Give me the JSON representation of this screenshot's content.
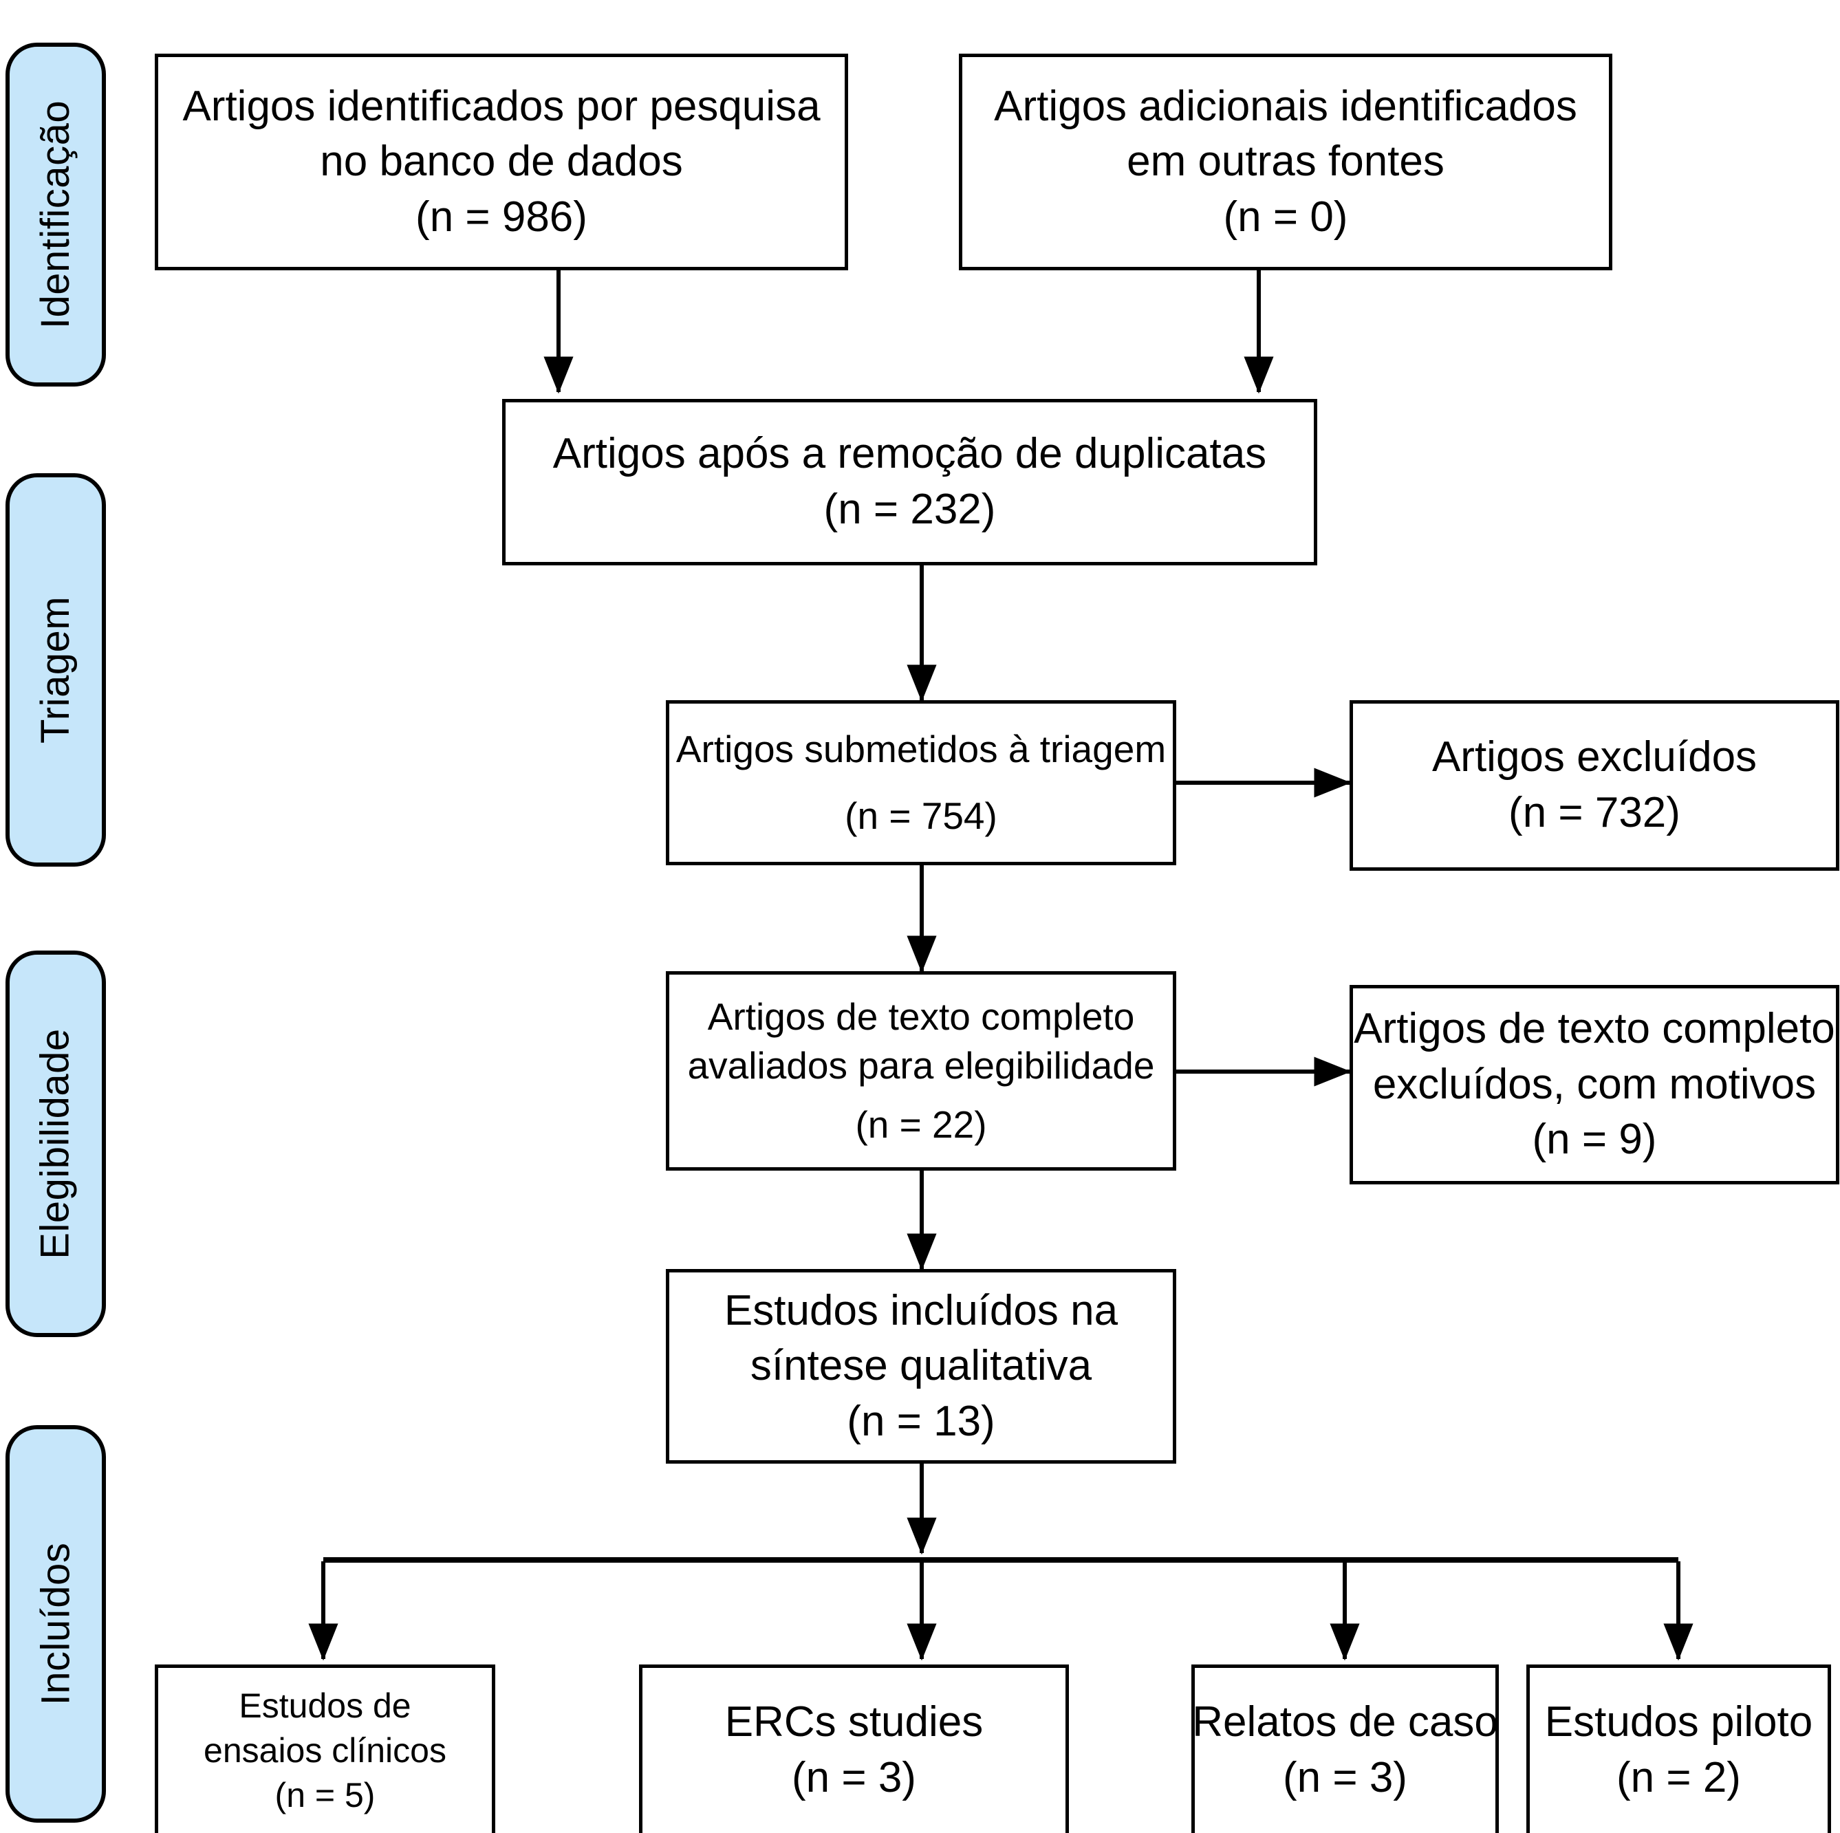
{
  "diagram": {
    "title": "PRISMA flow diagram",
    "type": "flowchart",
    "language": "pt-BR",
    "colors": {
      "stage_fill": "#c6e6fa",
      "stage_border": "#000000",
      "box_fill": "#ffffff",
      "box_border": "#000000",
      "connector": "#000000"
    }
  },
  "stages": [
    {
      "id": "identificacao",
      "label": "Identificação"
    },
    {
      "id": "triagem",
      "label": "Triagem"
    },
    {
      "id": "elegibilidade",
      "label": "Elegibilidade"
    },
    {
      "id": "incluidos",
      "label": "Incluídos"
    }
  ],
  "boxes": {
    "database_search": {
      "lines": [
        "Artigos identificados por pesquisa",
        "no banco de dados",
        "(n = 986)"
      ],
      "n": 986
    },
    "other_sources": {
      "lines": [
        "Artigos adicionais identificados",
        "em outras fontes",
        "(n = 0)"
      ],
      "n": 0
    },
    "after_duplicates": {
      "lines": [
        "Artigos após a remoção de duplicatas",
        "(n = 232)"
      ],
      "n": 232
    },
    "screened": {
      "lines": [
        "Artigos submetidos à triagem",
        "(n = 754)"
      ],
      "n": 754
    },
    "excluded": {
      "lines": [
        "Artigos excluídos",
        "(n = 732)"
      ],
      "n": 732
    },
    "fulltext_assessed": {
      "lines": [
        "Artigos de texto completo",
        "avaliados para elegibilidade",
        "(n = 22)"
      ],
      "n": 22
    },
    "fulltext_excluded": {
      "lines": [
        "Artigos de texto completo",
        "excluídos, com motivos",
        "(n = 9)"
      ],
      "n": 9
    },
    "included_qualitative": {
      "lines": [
        "Estudos incluídos na",
        "síntese qualitativa",
        "(n = 13)"
      ],
      "n": 13
    },
    "clinical_trials": {
      "lines": [
        "Estudos de",
        "ensaios clínicos",
        "(n = 5)"
      ],
      "n": 5
    },
    "rct_studies": {
      "lines": [
        "ERCs studies",
        "(n = 3)"
      ],
      "n": 3
    },
    "case_reports": {
      "lines": [
        "Relatos de caso",
        "(n = 3)"
      ],
      "n": 3
    },
    "pilot_studies": {
      "lines": [
        "Estudos piloto",
        "(n = 2)"
      ],
      "n": 2
    }
  }
}
